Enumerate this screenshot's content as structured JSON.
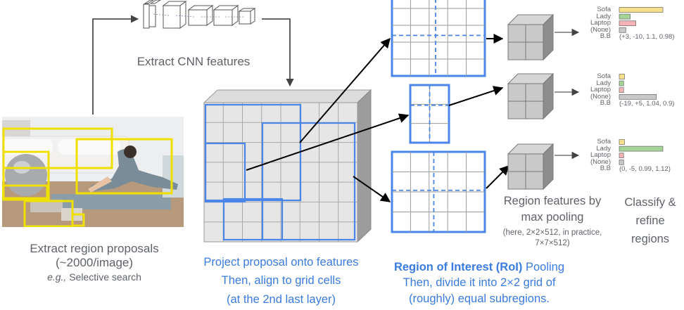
{
  "labels": {
    "extract_cnn": "Extract CNN features",
    "proposals_line1": "Extract region proposals",
    "proposals_line2": "(~2000/image)",
    "proposals_eg": "e.g.,",
    "proposals_method": " Selective search",
    "project_line1": "Project proposal onto features",
    "project_line2": "Then, align to grid cells",
    "project_line3": "(at the 2nd last layer)",
    "roi_bold": "Region of Interest (RoI)",
    "roi_rest": " Pooling",
    "roi_line2": "Then, divide it into 2×2 grid of",
    "roi_line3": "(roughly) equal subregions.",
    "region_feat_line1": "Region features by",
    "region_feat_line2": "max pooling",
    "region_feat_note1": "(here, 2×2×512, in practice,",
    "region_feat_note2": "7×7×512)",
    "classify_line1": "Classify &",
    "classify_line2": "refine",
    "classify_line3": "regions"
  },
  "class_names": [
    "Sofa",
    "Lady",
    "Laptop",
    "(None)",
    "B.B"
  ],
  "classifiers": [
    {
      "scores": [
        1.0,
        0.25,
        0.38,
        0.15
      ],
      "bbox": "(+3, -10, 1.1, 0.98)"
    },
    {
      "scores": [
        0.12,
        0.1,
        0.1,
        0.85
      ],
      "bbox": "(-19, +5, 1.04, 0.9)"
    },
    {
      "scores": [
        0.12,
        1.0,
        0.1,
        0.1
      ],
      "bbox": "(0, -5, 0.99, 1.12)"
    }
  ],
  "colors": {
    "sofa": "#f7e08a",
    "lady": "#a6d396",
    "laptop": "#f4b4b6",
    "none": "#c8c8c8",
    "blue": "#3a7be0",
    "proposal": "#f0e000",
    "text_gray": "#5f6368"
  }
}
